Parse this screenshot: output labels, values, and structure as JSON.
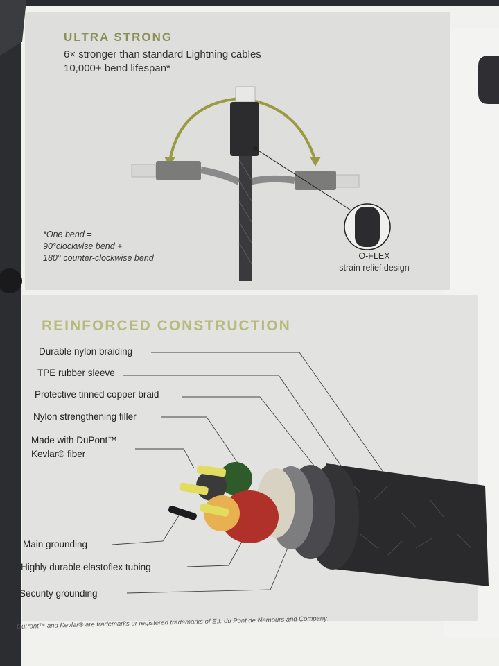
{
  "ultra_strong": {
    "heading": "ULTRA STRONG",
    "line1": "6× stronger than standard Lightning cables",
    "line2": "10,000+ bend lifespan*",
    "bend_note": [
      "*One bend =",
      "90°clockwise bend +",
      "180° counter-clockwise bend"
    ],
    "oflex_title": "O-FLEX",
    "oflex_caption": "strain relief design"
  },
  "construction": {
    "heading": "REINFORCED CONSTRUCTION",
    "labels": [
      "Durable nylon braiding",
      "TPE rubber sleeve",
      "Protective tinned copper braid",
      "Nylon strengthening filler",
      "Made with DuPont™",
      "Kevlar® fiber",
      "Main grounding",
      "Highly durable elastoflex tubing",
      "Security grounding"
    ]
  },
  "trademark_note": "DuPont™ and Kevlar® are trademarks or registered trademarks of E.I. du Pont de Nemours and Company.",
  "colors": {
    "accent_olive": "#8b9056",
    "panel_grey": "#dedfdc",
    "cable_dark": "#2a2a2c"
  }
}
